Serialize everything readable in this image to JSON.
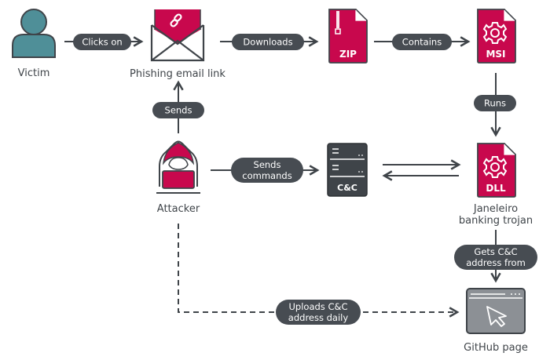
{
  "colors": {
    "accent": "#c8084d",
    "dark": "#3f4449",
    "pill": "#474c52",
    "victim": "#4f8f98",
    "browser": "#8c9095"
  },
  "nodes": {
    "victim": {
      "label": "Victim",
      "icon": "user-icon"
    },
    "phishing": {
      "label": "Phishing email link",
      "icon": "envelope-link-icon"
    },
    "zip": {
      "label": "ZIP",
      "icon": "zip-file-icon"
    },
    "msi": {
      "label": "MSI",
      "icon": "gear-file-icon"
    },
    "attacker": {
      "label": "Attacker",
      "icon": "hooded-hacker-icon"
    },
    "cc": {
      "label": "C&C",
      "icon": "server-icon"
    },
    "dll": {
      "label": "DLL",
      "caption_line1": "Janeleiro",
      "caption_line2": "banking trojan",
      "icon": "gear-file-icon"
    },
    "github": {
      "label": "GitHub page",
      "icon": "browser-cursor-icon"
    }
  },
  "edges": {
    "clicks_on": "Clicks on",
    "downloads": "Downloads",
    "contains": "Contains",
    "runs": "Runs",
    "sends": "Sends",
    "sends_commands_line1": "Sends",
    "sends_commands_line2": "commands",
    "gets_cc_line1": "Gets C&C",
    "gets_cc_line2": "address from",
    "uploads_line1": "Uploads C&C",
    "uploads_line2": "address daily"
  }
}
